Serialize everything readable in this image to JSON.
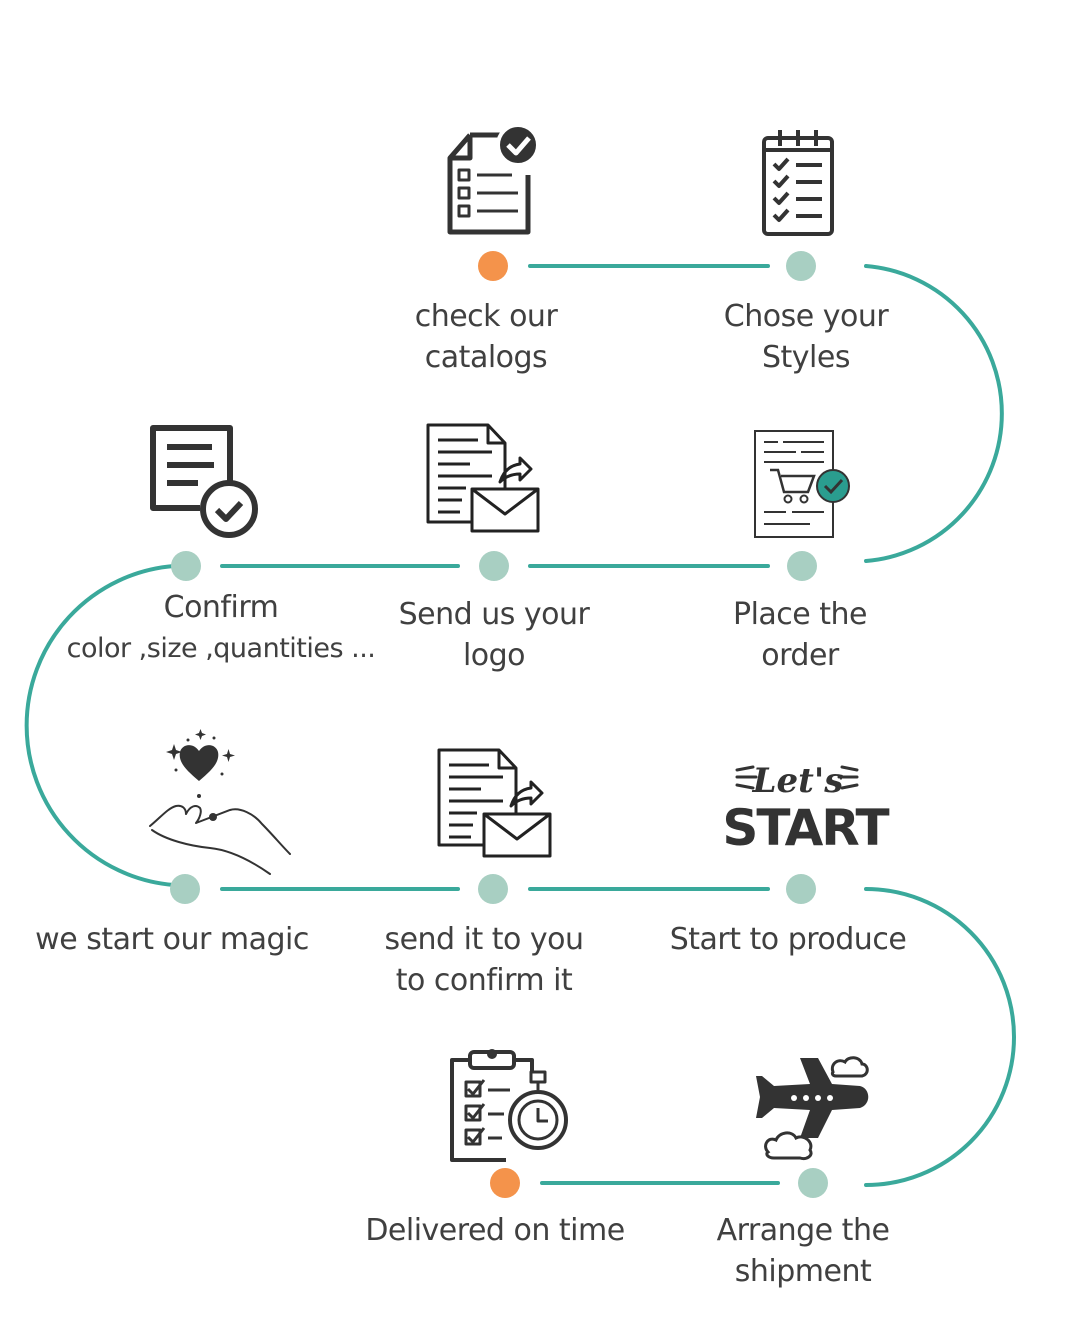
{
  "colors": {
    "track": "#3aa99b",
    "dot": "#a8cfc2",
    "dot_accent": "#f4934b",
    "icon": "#333333",
    "badge": "#2a9d8f"
  },
  "steps": [
    {
      "id": "s1",
      "lines": [
        "check our",
        "catalogs"
      ],
      "icon": "catalog-checklist-icon",
      "accent": true
    },
    {
      "id": "s2",
      "lines": [
        "Chose your",
        "Styles"
      ],
      "icon": "notepad-checklist-icon",
      "accent": false
    },
    {
      "id": "s3",
      "lines": [
        "Place the",
        "order"
      ],
      "icon": "order-cart-icon",
      "accent": false
    },
    {
      "id": "s4",
      "lines": [
        "Send us your",
        "logo"
      ],
      "icon": "document-mail-icon",
      "accent": false
    },
    {
      "id": "s5",
      "lines": [
        "Confirm",
        "color ,size ,quantities ..."
      ],
      "icon": "document-check-icon",
      "accent": false
    },
    {
      "id": "s6",
      "lines": [
        "we start our magic"
      ],
      "icon": "hand-heart-icon",
      "accent": false
    },
    {
      "id": "s7",
      "lines": [
        "send it to you",
        "to confirm it"
      ],
      "icon": "document-mail-icon",
      "accent": false
    },
    {
      "id": "s8",
      "lines": [
        "Start to produce"
      ],
      "icon": "lets-start-icon",
      "accent": false
    },
    {
      "id": "s9",
      "lines": [
        "Arrange the",
        "shipment"
      ],
      "icon": "airplane-icon",
      "accent": false
    },
    {
      "id": "s10",
      "lines": [
        "Delivered on time"
      ],
      "icon": "clipboard-stopwatch-icon",
      "accent": true
    }
  ],
  "lets_start": {
    "top": "Let's",
    "bottom": "START"
  }
}
